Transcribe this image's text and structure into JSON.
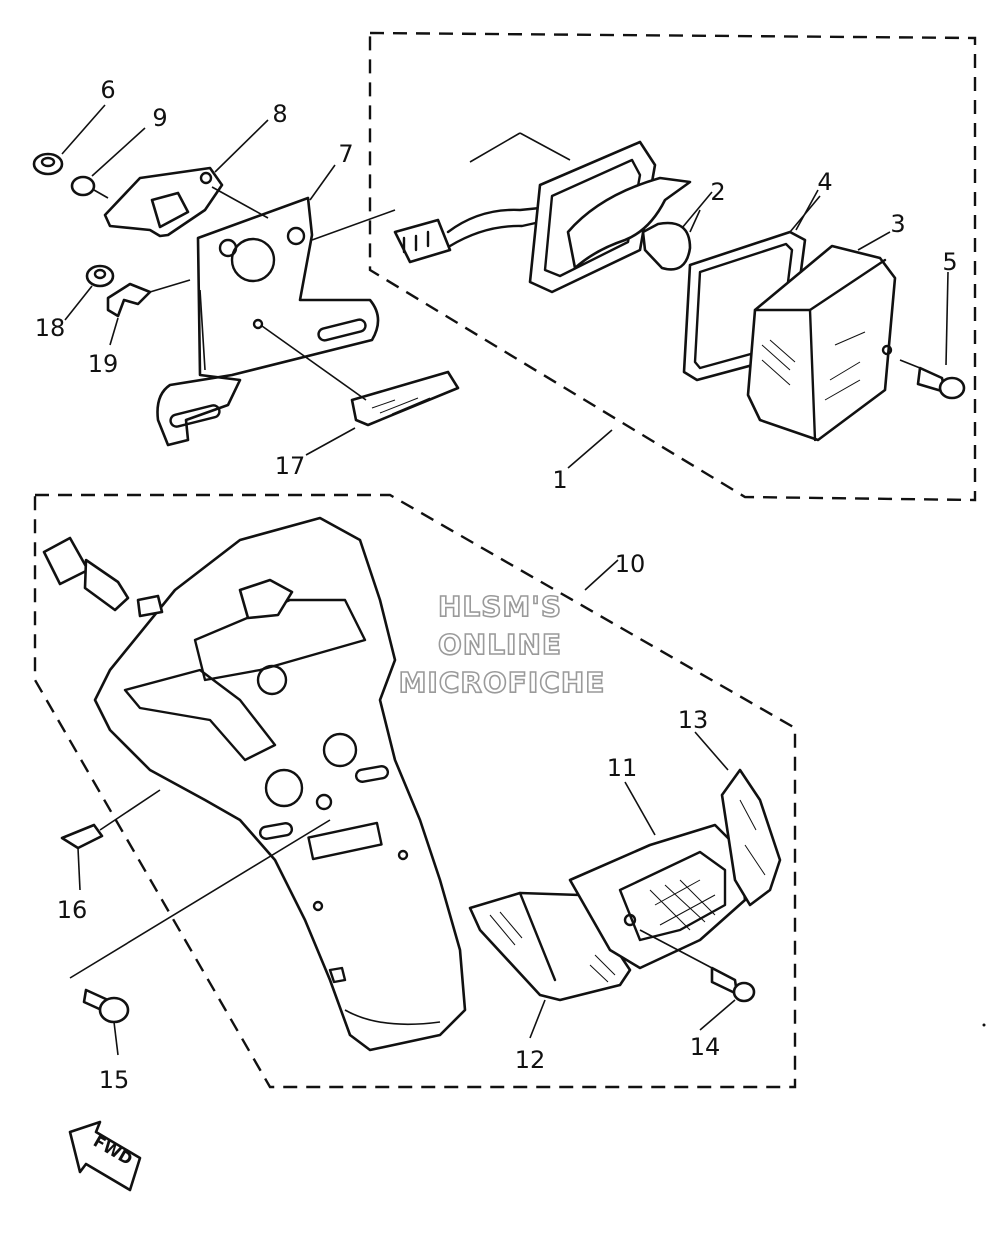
{
  "callouts": {
    "c1": "1",
    "c2": "2",
    "c3": "3",
    "c4": "4",
    "c5": "5",
    "c6": "6",
    "c7": "7",
    "c8": "8",
    "c9": "9",
    "c10": "10",
    "c11": "11",
    "c12": "12",
    "c13": "13",
    "c14": "14",
    "c15": "15",
    "c16": "16",
    "c17": "17",
    "c18": "18",
    "c19": "19"
  },
  "watermark": {
    "line1": "HLSM'S",
    "line2": "ONLINE",
    "line3": "MICROFICHE"
  },
  "direction_arrow": {
    "label": "FWD",
    "icon": "fwd-arrow-icon"
  }
}
